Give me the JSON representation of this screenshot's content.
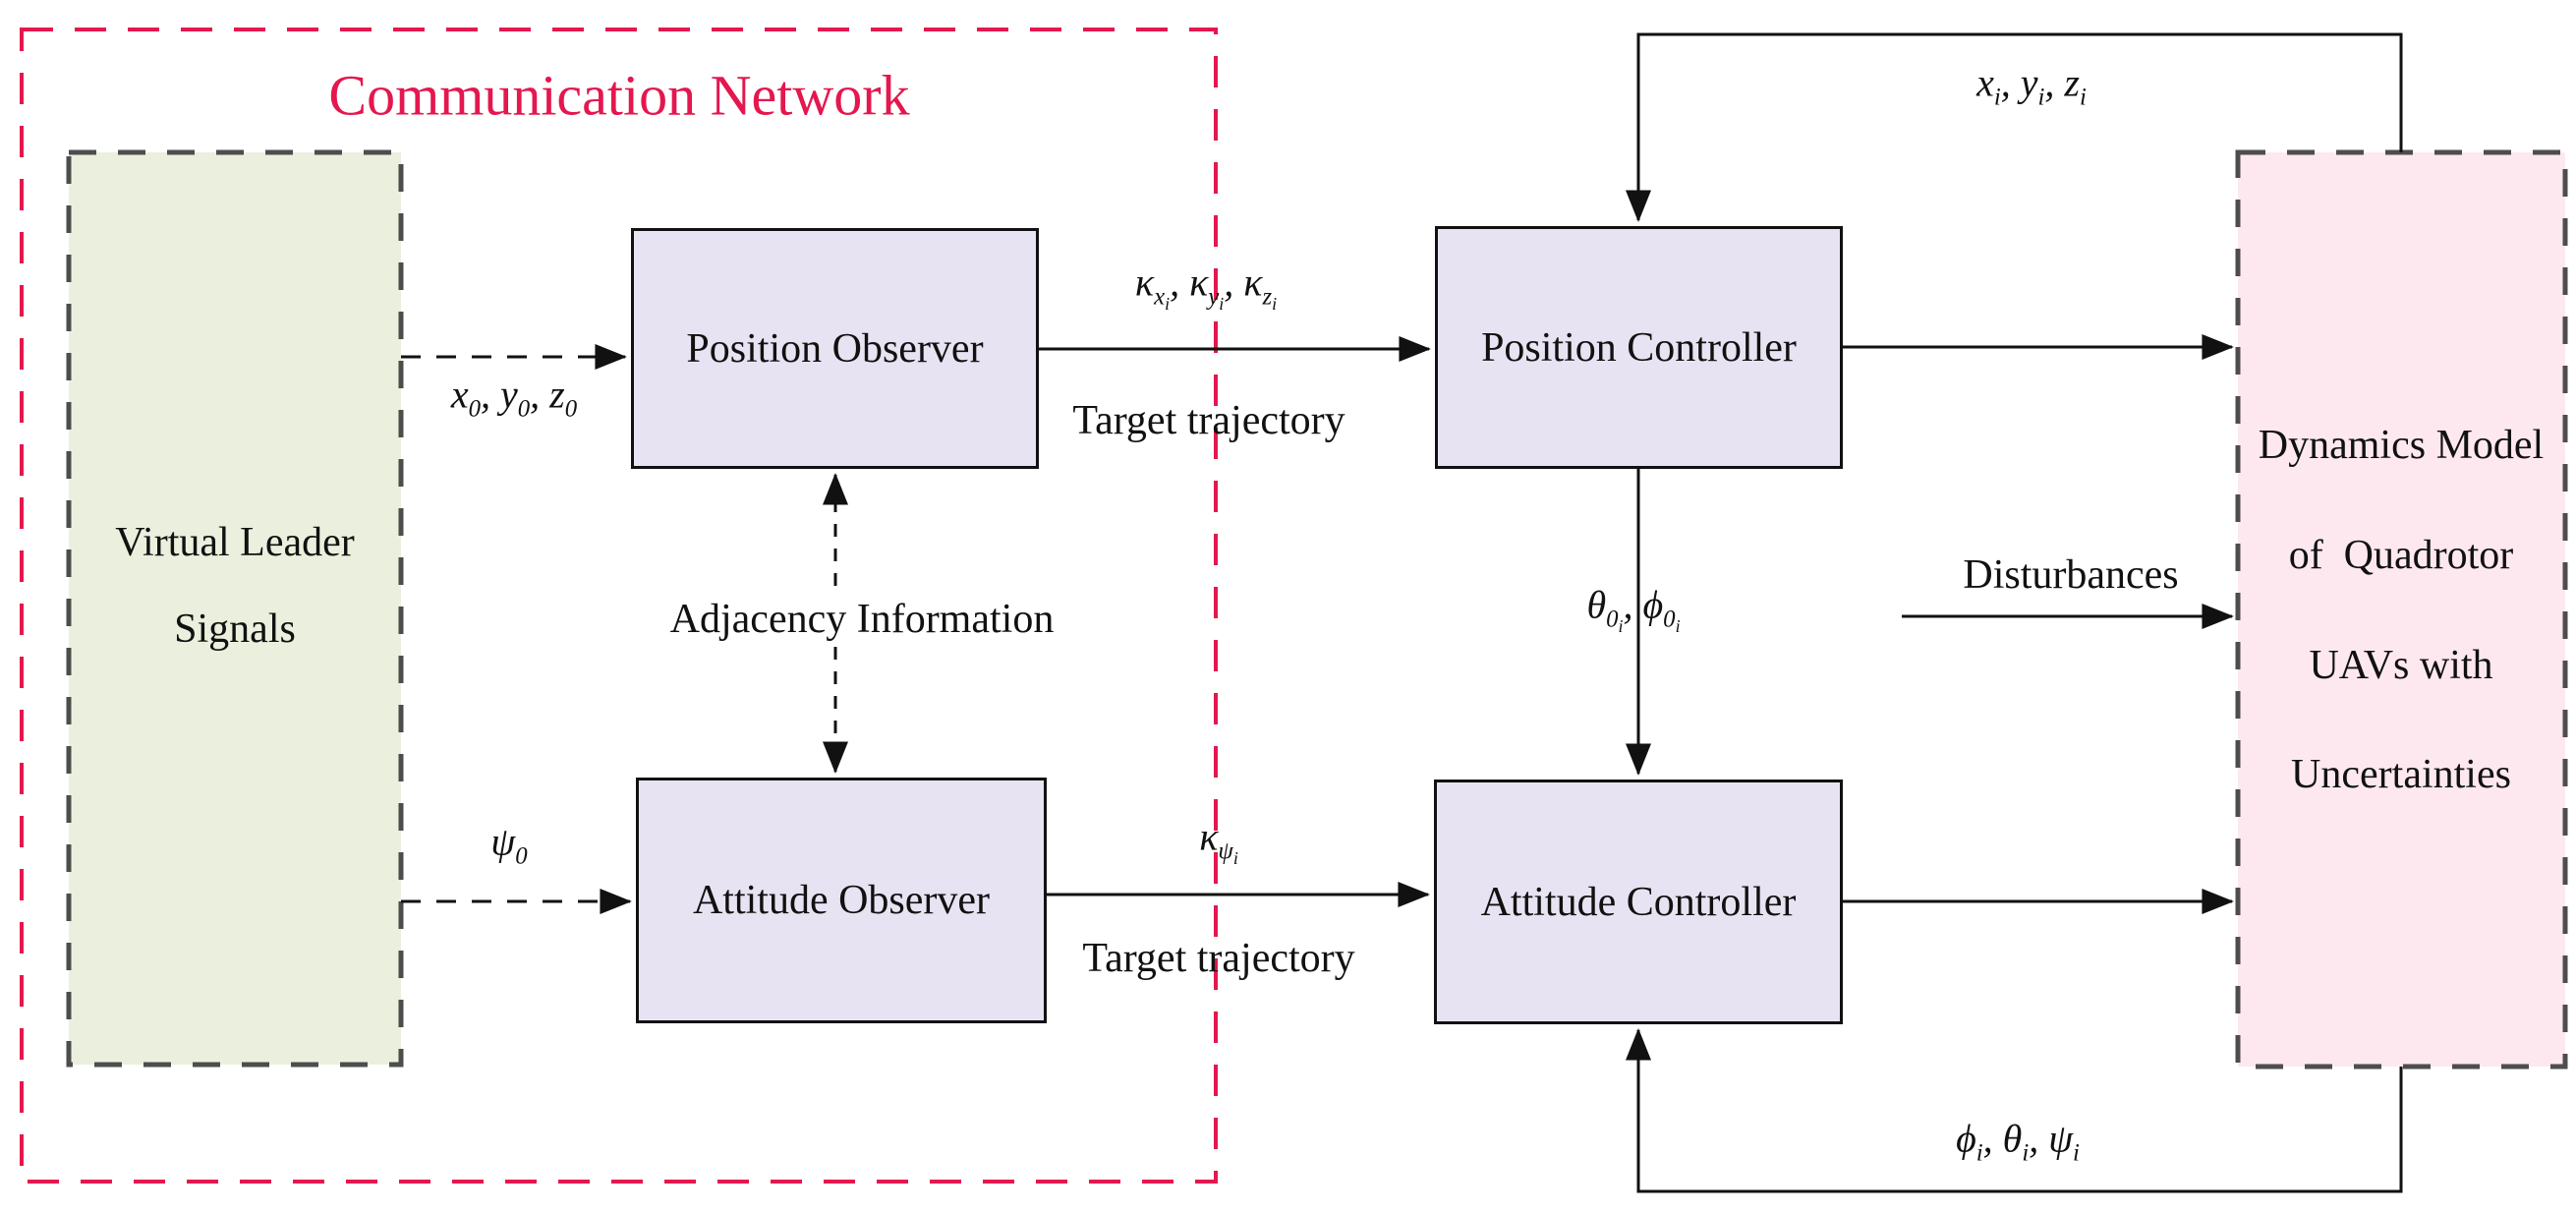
{
  "diagram": {
    "title": "Communication Network",
    "colors": {
      "network_border": "#e4174e",
      "leader_fill": "#eaf0dd",
      "leader_border": "#4d4d4d",
      "block_fill": "#e8e3f2",
      "block_border": "#111111",
      "dynamics_fill": "#fde8f0",
      "dynamics_border": "#4d4d4d",
      "line": "#111111"
    },
    "boxes": {
      "virtual_leader": {
        "line1": "Virtual Leader",
        "line2": "Signals"
      },
      "position_observer": {
        "label": "Position Observer"
      },
      "attitude_observer": {
        "label": "Attitude Observer"
      },
      "position_controller": {
        "label": "Position Controller"
      },
      "attitude_controller": {
        "label": "Attitude Controller"
      },
      "dynamics_model": {
        "line1": "Dynamics Model",
        "line2": "of  Quadrotor",
        "line3": "UAVs with",
        "line4": "Uncertainties"
      }
    },
    "edge_labels": {
      "target_trajectory_top": "Target trajectory",
      "target_trajectory_bottom": "Target trajectory",
      "adjacency_information": "Adjacency Information",
      "disturbances": "Disturbances",
      "leader_position_signal": [
        {
          "b": "x",
          "s": "0"
        },
        {
          "b": ", y",
          "s": "0"
        },
        {
          "b": ", z",
          "s": "0"
        }
      ],
      "leader_attitude_signal": [
        {
          "b": "ψ",
          "s": "0"
        }
      ],
      "position_kappa": [
        {
          "b": "κ",
          "s": "x",
          "ss": "i"
        },
        {
          "b": ", κ",
          "s": "y",
          "ss": "i"
        },
        {
          "b": ", κ",
          "s": "z",
          "ss": "i"
        }
      ],
      "attitude_kappa": [
        {
          "b": "κ",
          "s": "ψ",
          "ss": "i"
        }
      ],
      "tilt_reference": [
        {
          "b": "θ",
          "s": "0",
          "ss": "i"
        },
        {
          "b": ", ϕ",
          "s": "0",
          "ss": "i"
        }
      ],
      "position_feedback": [
        {
          "b": "x",
          "s": "i"
        },
        {
          "b": ", y",
          "s": "i"
        },
        {
          "b": ", z",
          "s": "i"
        }
      ],
      "attitude_feedback": [
        {
          "b": "ϕ",
          "s": "i"
        },
        {
          "b": ", θ",
          "s": "i"
        },
        {
          "b": ", ψ",
          "s": "i"
        }
      ]
    }
  }
}
